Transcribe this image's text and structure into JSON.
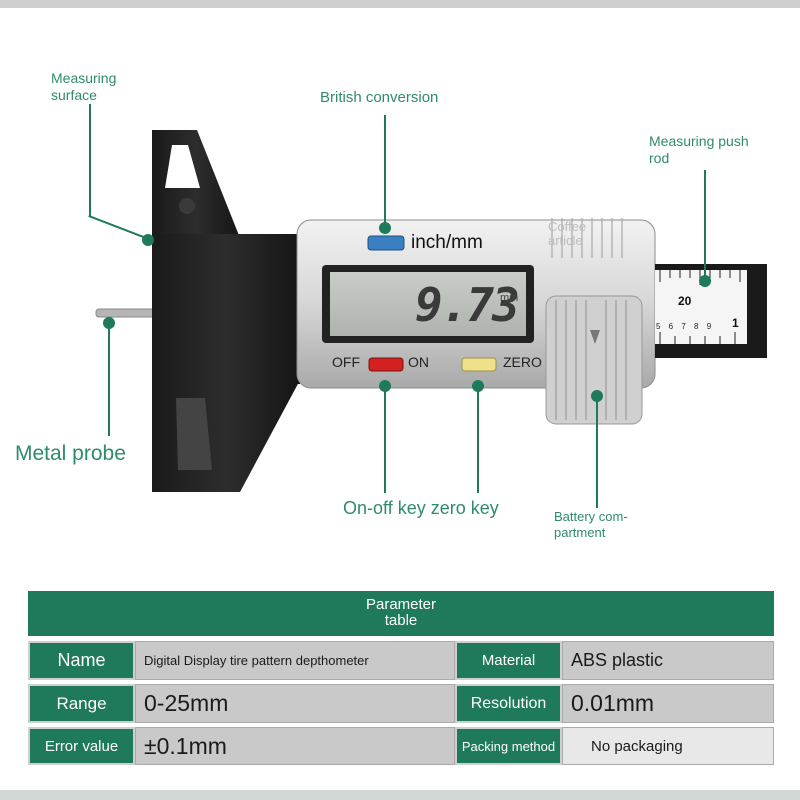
{
  "callouts": {
    "measuring_surface": "Measuring\nsurface",
    "british_conversion": "British conversion",
    "measuring_push_rod": "Measuring push\nrod",
    "metal_probe": "Metal probe",
    "on_off_zero": "On-off key zero key",
    "battery": "Battery com-\npartment"
  },
  "device": {
    "lcd_reading": "9.73",
    "lcd_unit": "mm",
    "unit_button_label": "inch/mm",
    "off_label": "OFF",
    "on_label": "ON",
    "zero_label": "ZERO",
    "watermark": "Coffee\narticle",
    "ruler_number": "20",
    "ruler_small": "5 6 7 8 9",
    "ruler_one": "1"
  },
  "colors": {
    "accent": "#1e7a5a",
    "callout_text": "#2e8b6c",
    "table_value_bg": "#c9c9c9",
    "unit_button": "#3a7fc1",
    "power_button": "#d42020",
    "zero_button": "#f0e08a"
  },
  "table": {
    "title": "Parameter\ntable",
    "rows": [
      {
        "key1": "Name",
        "val1": "Digital Display tire pattern depthometer",
        "key2": "Material",
        "val2": "ABS plastic"
      },
      {
        "key1": "Range",
        "val1": "0-25mm",
        "key2": "Resolution",
        "val2": "0.01mm"
      },
      {
        "key1": "Error value",
        "val1": "±0.1mm",
        "key2": "Packing method",
        "val2": "No packaging"
      }
    ]
  }
}
